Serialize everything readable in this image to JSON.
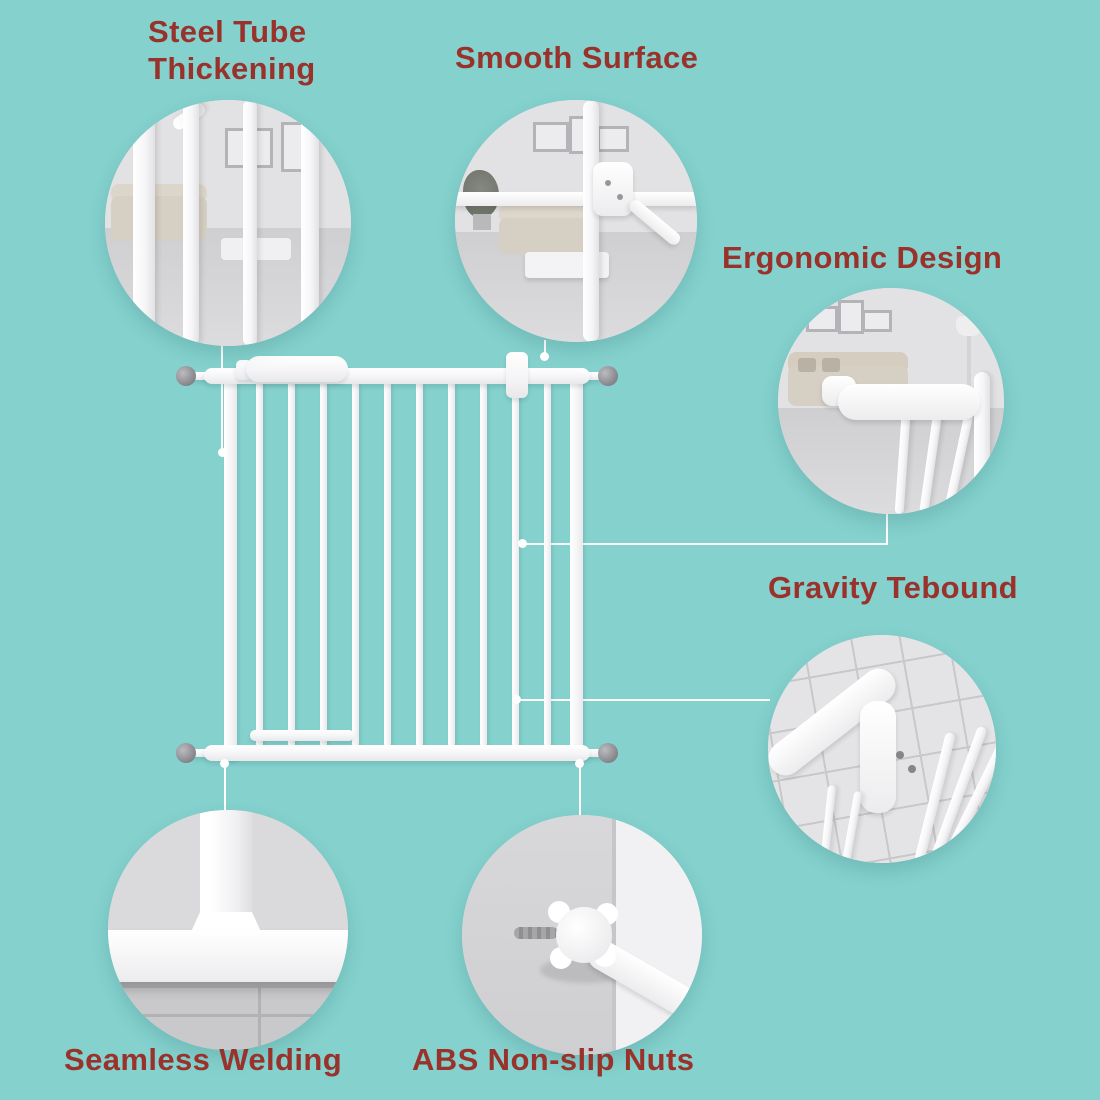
{
  "theme": {
    "background": "#84d1ce",
    "label_color": "#9a322c",
    "connector_color": "#ffffff",
    "gate_color": "#ffffff",
    "cap_color": "#88888d"
  },
  "product": "white pressure-mounted baby safety gate",
  "callouts": {
    "steel_tube": {
      "line1": "Steel Tube",
      "line2": "Thickening"
    },
    "smooth_surface": {
      "label": "Smooth Surface"
    },
    "ergonomic_design": {
      "label": "Ergonomic Design"
    },
    "gravity_rebound": {
      "label": "Gravity Tebound"
    },
    "seamless_welding": {
      "label": "Seamless Welding"
    },
    "abs_nuts": {
      "label": "ABS Non-slip Nuts"
    }
  }
}
